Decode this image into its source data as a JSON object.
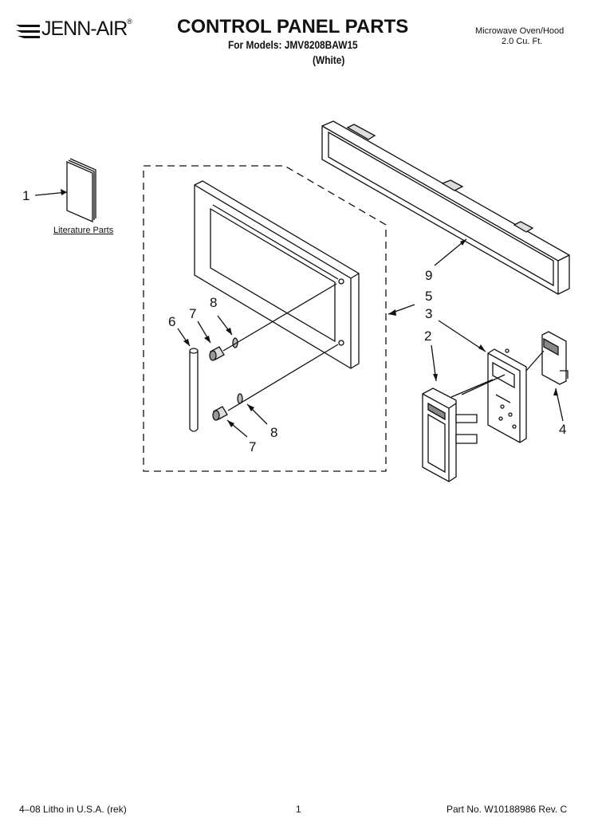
{
  "header": {
    "brand": "JENN-AIR",
    "registered": "®",
    "title": "CONTROL PANEL PARTS",
    "models": "For Models: JMV8208BAW15",
    "color": "(White)",
    "product": "Microwave Oven/Hood",
    "capacity": "2.0 Cu. Ft."
  },
  "diagram": {
    "literature_label": "Literature Parts",
    "callouts": [
      "1",
      "2",
      "3",
      "4",
      "5",
      "6",
      "7",
      "7",
      "8",
      "8",
      "9"
    ]
  },
  "footer": {
    "litho": "4–08 Litho in U.S.A. (rek)",
    "page": "1",
    "part_no": "Part No. W10188986 Rev. C"
  }
}
